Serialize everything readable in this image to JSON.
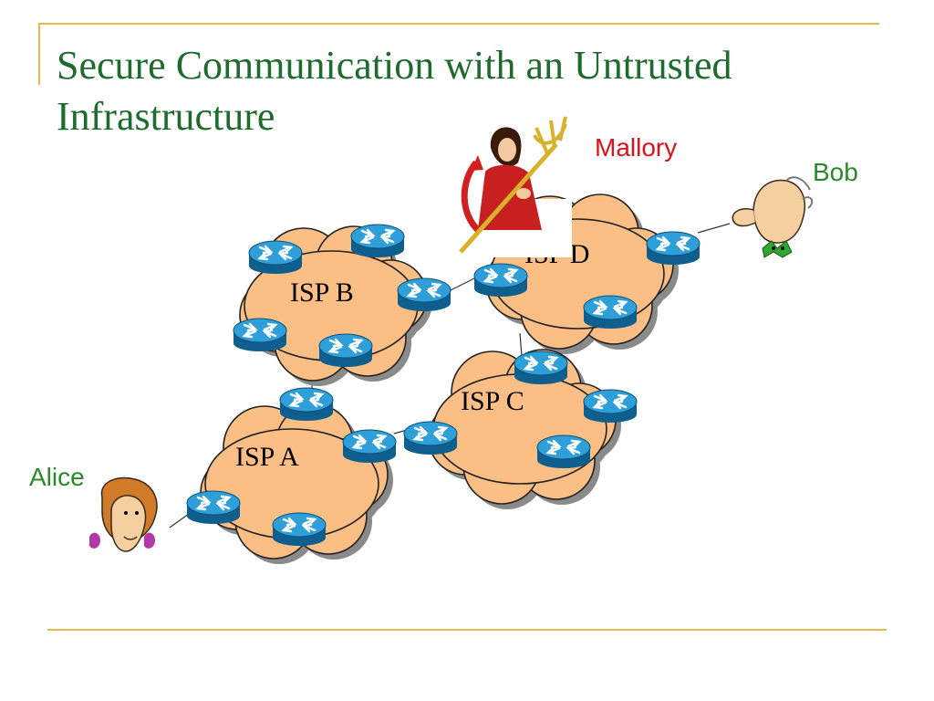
{
  "slide": {
    "title_line1": "Secure Communication with an Untrusted",
    "title_line2": "Infrastructure"
  },
  "people": {
    "mallory": "Mallory",
    "bob": "Bob",
    "alice": "Alice"
  },
  "isps": {
    "a": "ISP A",
    "b": "ISP B",
    "c": "ISP C",
    "d": "ISP D"
  },
  "colors": {
    "title": "#1e6b2e",
    "accent_rule": "#e6b84f",
    "cloud_fill": "#fbbf86",
    "router_fill": "#1d8ac6",
    "mallory_label": "#e0101a",
    "bob_alice_label": "#2a8a2a"
  },
  "icons": [
    "router-icon",
    "cloud-shape",
    "mallory-devil-icon",
    "bob-cartoon-icon",
    "alice-cartoon-icon"
  ]
}
